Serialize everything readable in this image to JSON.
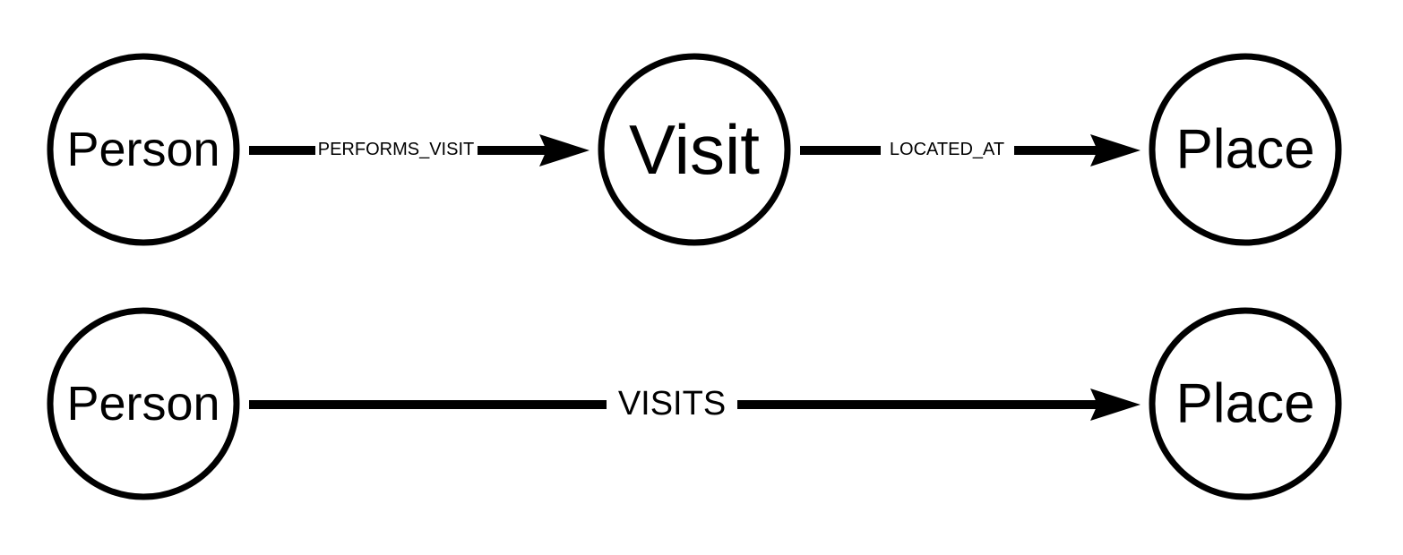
{
  "diagram": {
    "nodes": {
      "row1_person": "Person",
      "row1_visit": "Visit",
      "row1_place": "Place",
      "row2_person": "Person",
      "row2_place": "Place"
    },
    "edges": {
      "performs_visit": "PERFORMS_VISIT",
      "located_at": "LOCATED_AT",
      "visits": "VISITS"
    }
  }
}
